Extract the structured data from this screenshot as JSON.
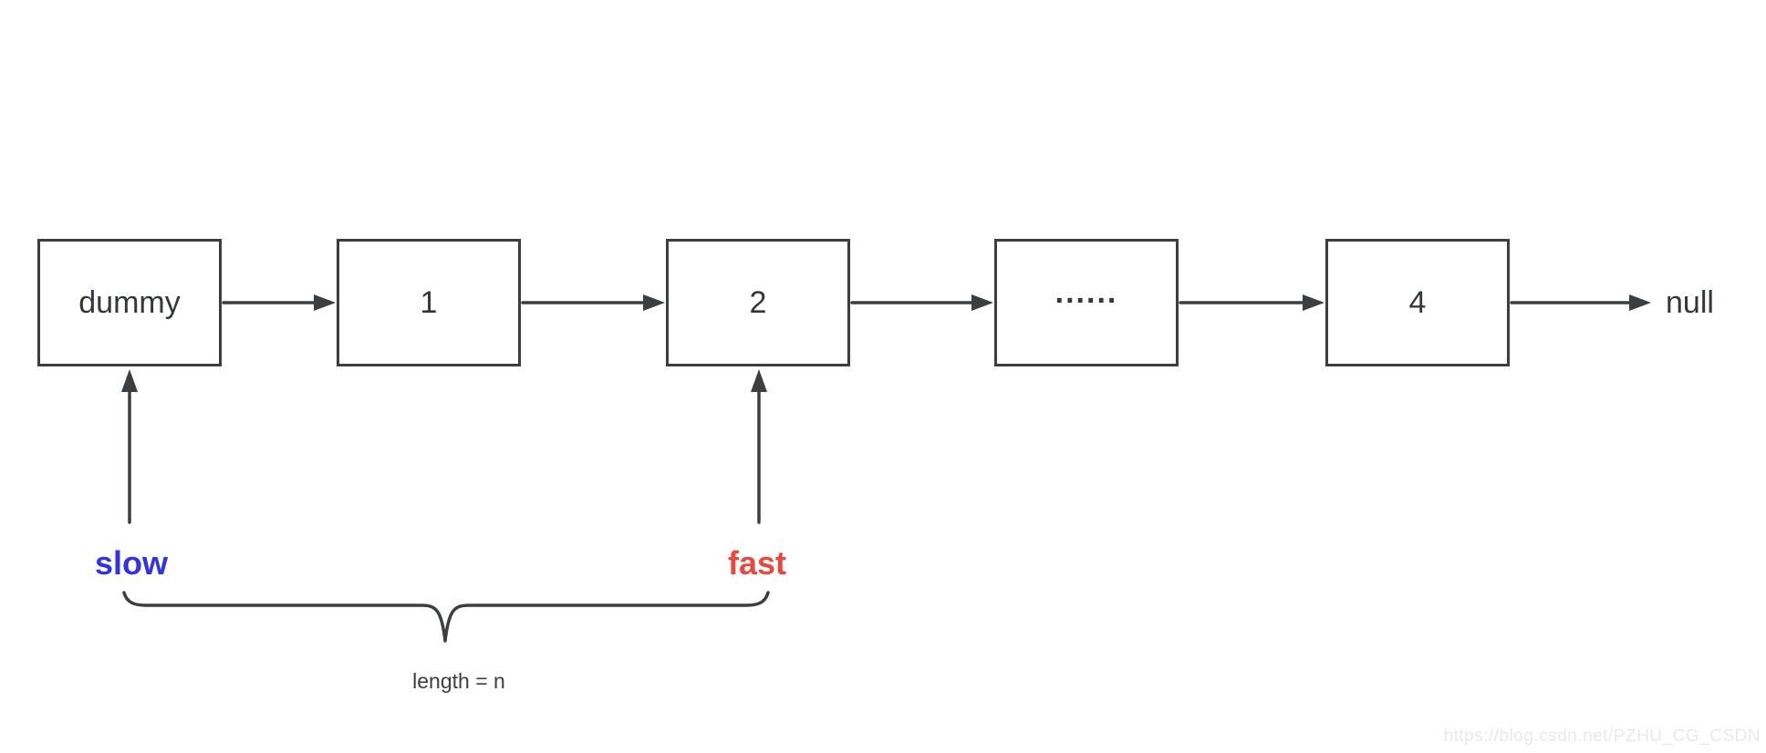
{
  "diagram": {
    "type": "linked-list",
    "nodes": [
      {
        "label": "dummy"
      },
      {
        "label": "1"
      },
      {
        "label": "2"
      },
      {
        "label": "......"
      },
      {
        "label": "4"
      }
    ],
    "tail_label": "null",
    "pointers": {
      "slow": {
        "label": "slow",
        "color": "#3333e6",
        "points_to": "dummy"
      },
      "fast": {
        "label": "fast",
        "color": "#e8493f",
        "points_to": "2"
      }
    },
    "brace_caption": "length = n",
    "colors": {
      "stroke": "#3b3f42",
      "node_text": "#33383b"
    }
  },
  "watermark": {
    "text": "https://blog.csdn.net/PZHU_CG_CSDN",
    "color": "#e9e9eb"
  }
}
